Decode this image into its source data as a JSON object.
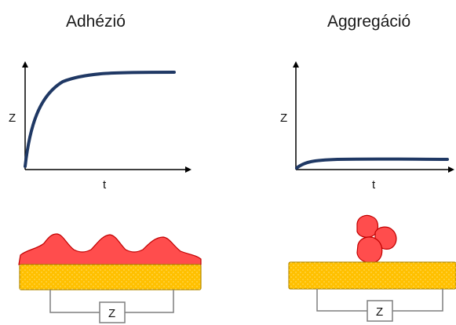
{
  "panels": [
    {
      "title": "Adhézió",
      "y_label": "Z",
      "x_label": "t",
      "meter_label": "Z",
      "curve": "rises quickly and plateaus high"
    },
    {
      "title": "Aggregáció",
      "y_label": "Z",
      "x_label": "t",
      "meter_label": "Z",
      "curve": "stays low near baseline"
    }
  ],
  "colors": {
    "curve": "#1f3864",
    "axis": "#000000",
    "cells": "#ff4d4d",
    "cell_outline": "#c00000",
    "electrode": "#ffc000",
    "electrode_outline": "#b48a00",
    "wire": "#7f7f7f"
  }
}
